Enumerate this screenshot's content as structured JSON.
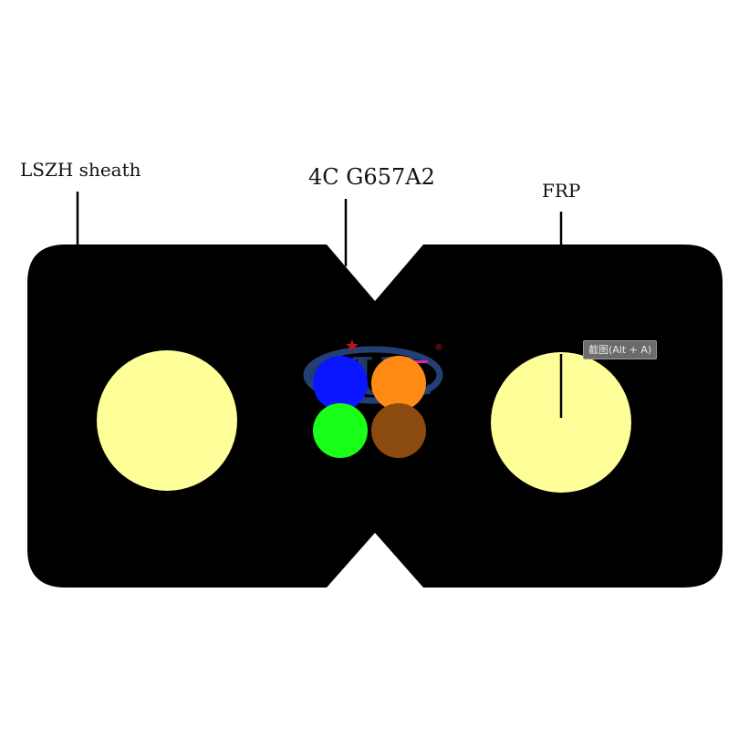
{
  "labels": {
    "sheath": "LSZH sheath",
    "fibers": "4C G657A2",
    "frp": "FRP"
  },
  "watermark": {
    "text": "GUL"
  },
  "tooltip": {
    "text": "截图(Alt + A)"
  },
  "colors": {
    "sheath": "#000000",
    "frp": "#ffff99",
    "fiber_blue": "#0a16ff",
    "fiber_orange": "#ff8a14",
    "fiber_green": "#19ff19",
    "fiber_brown": "#8a4a10",
    "watermark_blue": "#2b4a8a",
    "watermark_red": "#d21e1e",
    "watermark_magenta": "#ff2ad4",
    "leader": "#000000"
  },
  "icons": [
    "registered-mark-icon"
  ]
}
